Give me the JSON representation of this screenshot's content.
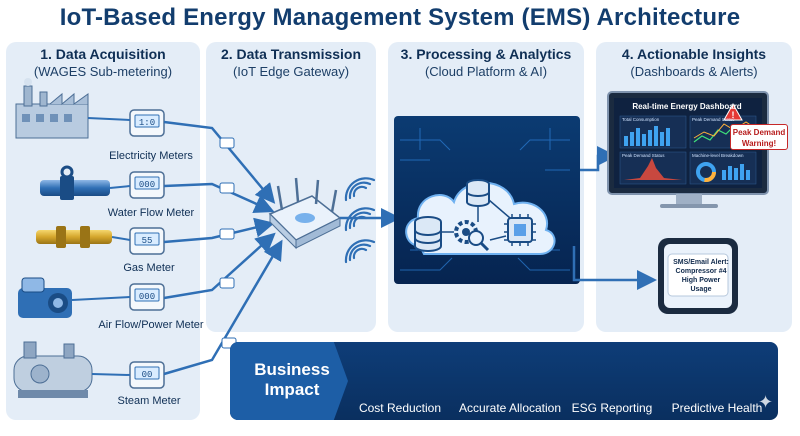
{
  "title": "IoT-Based Energy Management System (EMS) Architecture",
  "stages": [
    {
      "heading": "1. Data Acquisition",
      "sub": "(WAGES Sub-metering)"
    },
    {
      "heading": "2. Data Transmission",
      "sub": "(IoT Edge Gateway)"
    },
    {
      "heading": "3. Processing & Analytics",
      "sub": "(Cloud Platform & AI)"
    },
    {
      "heading": "4. Actionable Insights",
      "sub": "(Dashboards & Alerts)"
    }
  ],
  "meters": [
    {
      "label": "Electricity Meters",
      "display": "1:0"
    },
    {
      "label": "Water Flow Meter",
      "display": "000"
    },
    {
      "label": "Gas Meter",
      "display": "55"
    },
    {
      "label": "Air Flow/Power Meter",
      "display": "000"
    },
    {
      "label": "Steam Meter",
      "display": "00"
    }
  ],
  "dashboard": {
    "title": "Real-time Energy Dashboard",
    "panels": [
      "Total Consumption",
      "Peak Demand Status",
      "Peak Demand Status",
      "Machine-level Breakdown"
    ],
    "warning_line1": "Peak Demand",
    "warning_line2": "Warning!"
  },
  "sms": {
    "line1": "SMS/Email Alert:",
    "line2": "Compressor #4",
    "line3": "High Power Usage"
  },
  "business": {
    "title_line1": "Business",
    "title_line2": "Impact",
    "items": [
      "Cost Reduction",
      "Accurate Allocation",
      "ESG Reporting",
      "Predictive Health"
    ]
  },
  "colors": {
    "panel_bg": "#e4edf7",
    "navy": "#0f2f55",
    "arrow_blue": "#2f6fb5",
    "business_bg": "#0e3d78",
    "business_accent": "#1d5ea6",
    "cloud_bg": "#0a3566",
    "alert_red": "#c62828"
  },
  "icons": [
    "factory-icon",
    "pipe-icon",
    "gas-pipe-icon",
    "compressor-icon",
    "boiler-icon",
    "router-icon",
    "wifi-icon",
    "cloud-icon",
    "database-icon",
    "gear-search-icon",
    "chip-icon",
    "monitor-icon",
    "phone-icon",
    "cost-icon",
    "calculator-icon",
    "leaf-globe-icon",
    "wrench-heart-icon"
  ]
}
